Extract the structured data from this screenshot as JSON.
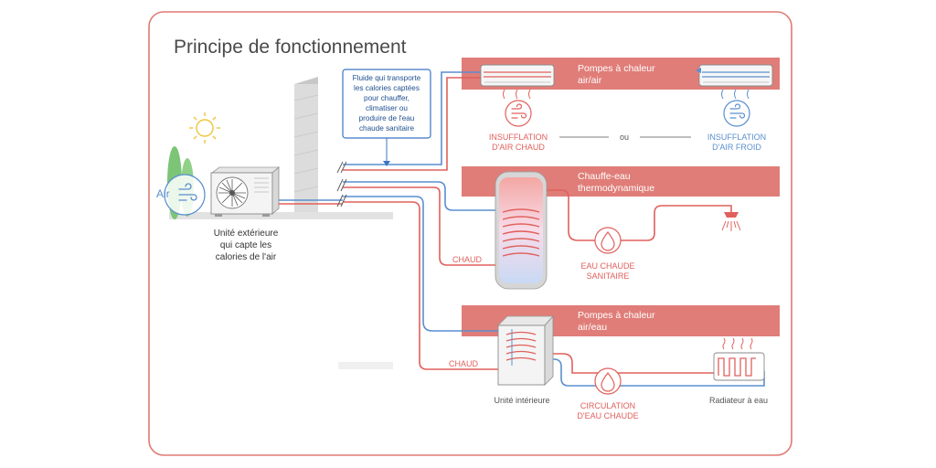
{
  "title": "Principe de fonctionnement",
  "colors": {
    "frame": "#e07a72",
    "band": "#e07d78",
    "hot": "#e0605c",
    "cold": "#5a8fcf",
    "note_border": "#3a75c4"
  },
  "note": {
    "lines": [
      "Fluide qui transporte",
      "les calories captées",
      "pour chauffer,",
      "climatiser ou",
      "produire de l'eau",
      "chaude sanitaire"
    ]
  },
  "outdoor": {
    "air_label": "Air",
    "caption_lines": [
      "Unité extérieure",
      "qui capte les",
      "calories de l'air"
    ]
  },
  "bands": {
    "air_air": [
      "Pompes à chaleur",
      "air/air"
    ],
    "thermo": [
      "Chauffe-eau",
      "thermodynamique"
    ],
    "air_eau": [
      "Pompes à chaleur",
      "air/eau"
    ]
  },
  "air_air": {
    "hot_lines": [
      "INSUFFLATION",
      "D'AIR CHAUD"
    ],
    "or_label": "ou",
    "cold_lines": [
      "INSUFFLATION",
      "D'AIR FROID"
    ]
  },
  "thermo": {
    "hot_label": "CHAUD",
    "ecs_lines": [
      "EAU CHAUDE",
      "SANITAIRE"
    ]
  },
  "air_eau": {
    "hot_label": "CHAUD",
    "indoor_label": "Unité intérieure",
    "circ_lines": [
      "CIRCULATION",
      "D'EAU CHAUDE"
    ],
    "radiator_label": "Radiateur à eau"
  },
  "icons": [
    "sun-icon",
    "fan-icon",
    "wind-icon",
    "water-drop-icon",
    "shower-icon",
    "radiator-icon",
    "coil-icon"
  ]
}
